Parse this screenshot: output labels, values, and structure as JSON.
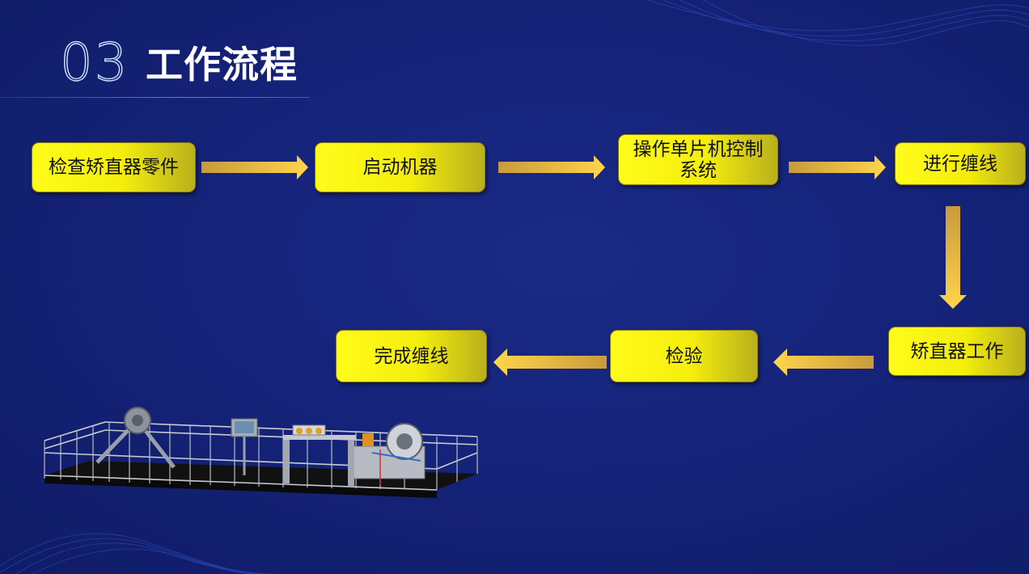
{
  "header": {
    "number": "03",
    "title": "工作流程"
  },
  "steps": [
    {
      "label": "检查矫直器零件"
    },
    {
      "label": "启动机器"
    },
    {
      "label": "操作单片机控制系统"
    },
    {
      "label": "进行缠线"
    },
    {
      "label": "矫直器工作"
    },
    {
      "label": "检验"
    },
    {
      "label": "完成缠线"
    }
  ],
  "colors": {
    "box": "#fffb1a",
    "arrow": "#f0c040",
    "background": "#15237a"
  }
}
